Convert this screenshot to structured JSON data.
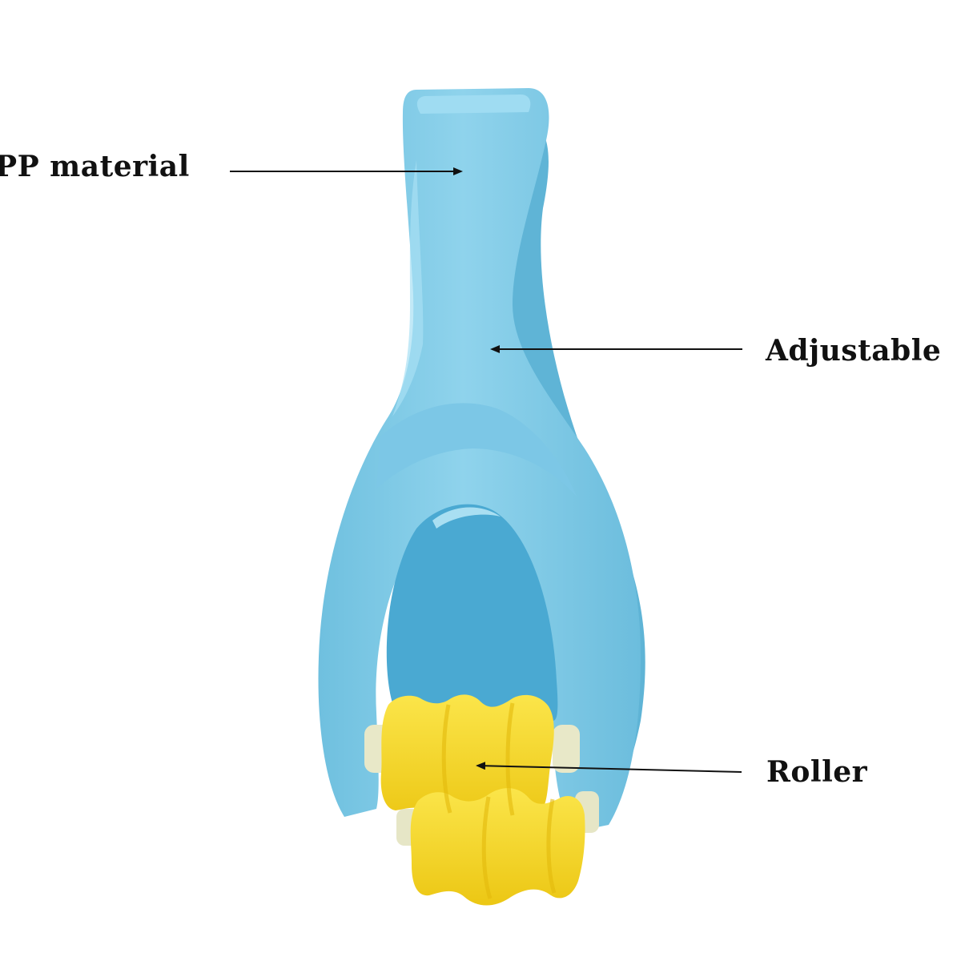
{
  "callouts": {
    "pp_material": "PP material",
    "adjustable": "Adjustable",
    "roller": "Roller"
  },
  "colors": {
    "body": "#87cfe9",
    "body_shade": "#63b7d8",
    "body_highlight": "#b8e6f6",
    "roller": "#f9de2c",
    "roller_shade": "#e9c410",
    "arrow": "#111111",
    "background": "#ffffff"
  }
}
